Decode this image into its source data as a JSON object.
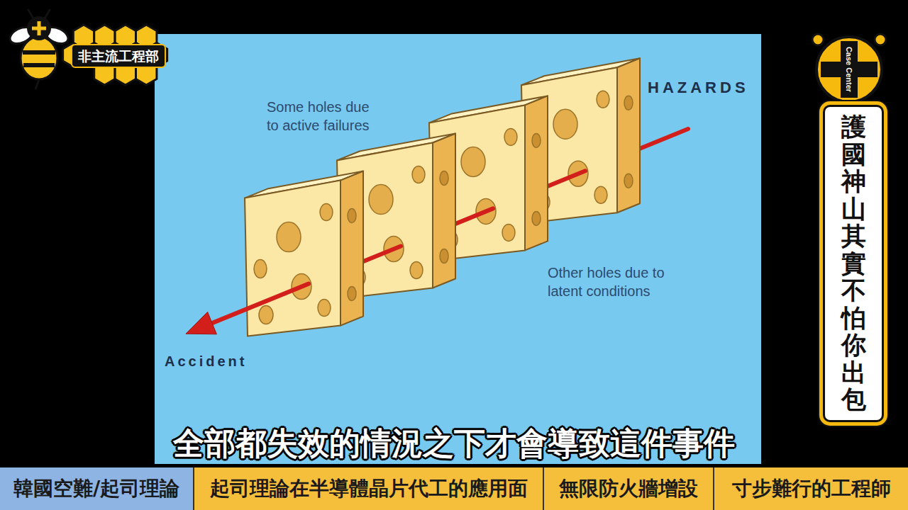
{
  "diagram": {
    "caption": "全部都失效的情況之下才會導致這件事件",
    "nodes": [
      {
        "text": [
          "非主流工程部"
        ]
      },
      {
        "text": [
          "Case Center"
        ]
      },
      {
        "text": [
          "護國神山其實不怕你出包"
        ]
      },
      {
        "text": [
          "韓國空難/起司理論"
        ]
      },
      {
        "text": [
          "起司理論在半導體晶片代工的應用面"
        ]
      },
      {
        "text": [
          "無限防火牆增設"
        ]
      },
      {
        "text": [
          "寸步難行的工程師"
        ]
      }
    ],
    "labels": [
      "Some holes due to active failures",
      "HAZARDS",
      "Other holes due to latent conditions",
      "Accident"
    ]
  }
}
